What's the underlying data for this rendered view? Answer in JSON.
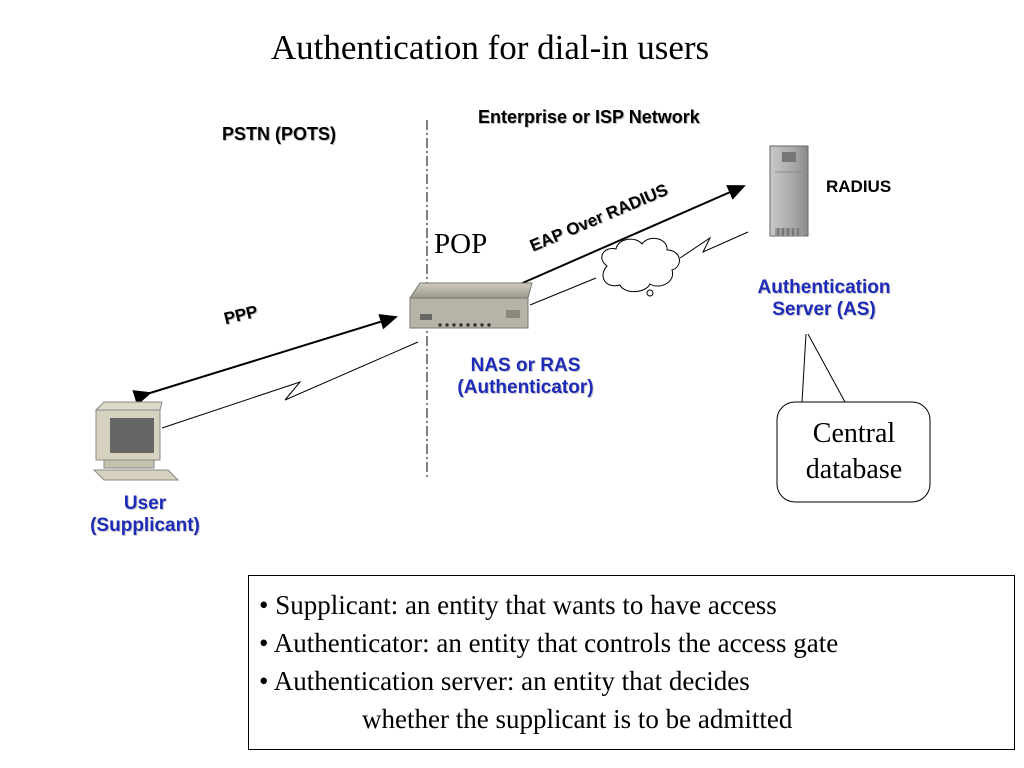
{
  "title": "Authentication for dial-in users",
  "zones": {
    "left": "PSTN (POTS)",
    "right": "Enterprise or ISP Network"
  },
  "labels": {
    "pop": "POP",
    "radius": "RADIUS",
    "ppp": "PPP",
    "eap": "EAP Over RADIUS"
  },
  "nodes": {
    "nas_line1": "NAS or RAS",
    "nas_line2": "(Authenticator)",
    "as_line1": "Authentication",
    "as_line2": "Server (AS)",
    "user_line1": "User",
    "user_line2": "(Supplicant)"
  },
  "callout": {
    "line1": "Central",
    "line2": "database"
  },
  "notes": [
    "• Supplicant: an entity that wants to have access",
    "• Authenticator: an entity that controls the access gate",
    "• Authentication server: an entity that decides",
    "whether the supplicant is to be admitted"
  ],
  "colors": {
    "node_label": "#1e2bb8",
    "text": "#000000"
  }
}
